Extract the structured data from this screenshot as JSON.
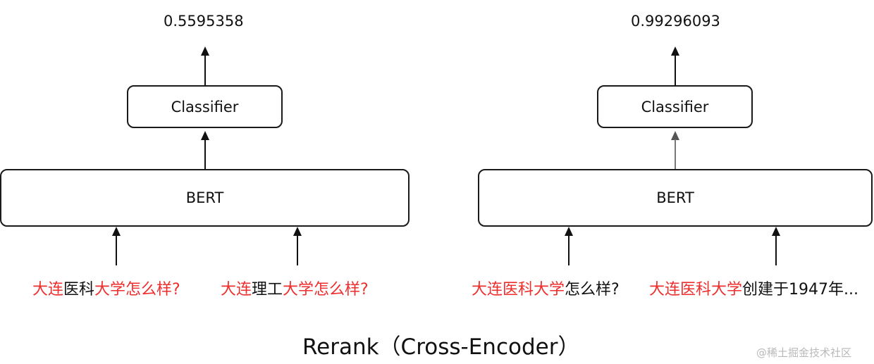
{
  "panels": [
    {
      "score": "0.5595358",
      "classifier_label": "Classifier",
      "encoder_label": "BERT",
      "inputs": [
        [
          {
            "text": "大连",
            "highlight": true
          },
          {
            "text": "医科",
            "highlight": false
          },
          {
            "text": "大学怎么样?",
            "highlight": true
          }
        ],
        [
          {
            "text": "大连",
            "highlight": true
          },
          {
            "text": "理工",
            "highlight": false
          },
          {
            "text": "大学怎么样?",
            "highlight": true
          }
        ]
      ]
    },
    {
      "score": "0.99296093",
      "classifier_label": "Classifier",
      "encoder_label": "BERT",
      "inputs": [
        [
          {
            "text": "大连医科大学",
            "highlight": true
          },
          {
            "text": "怎么样?",
            "highlight": false
          }
        ],
        [
          {
            "text": "大连医科大学",
            "highlight": true
          },
          {
            "text": "创建于1947年...",
            "highlight": false
          }
        ]
      ]
    }
  ],
  "caption": "Rerank（Cross-Encoder）",
  "watermark": "@稀土掘金技术社区",
  "colors": {
    "highlight": "#ee2d2d",
    "stroke": "#1a1a1a",
    "background": "#ffffff"
  }
}
